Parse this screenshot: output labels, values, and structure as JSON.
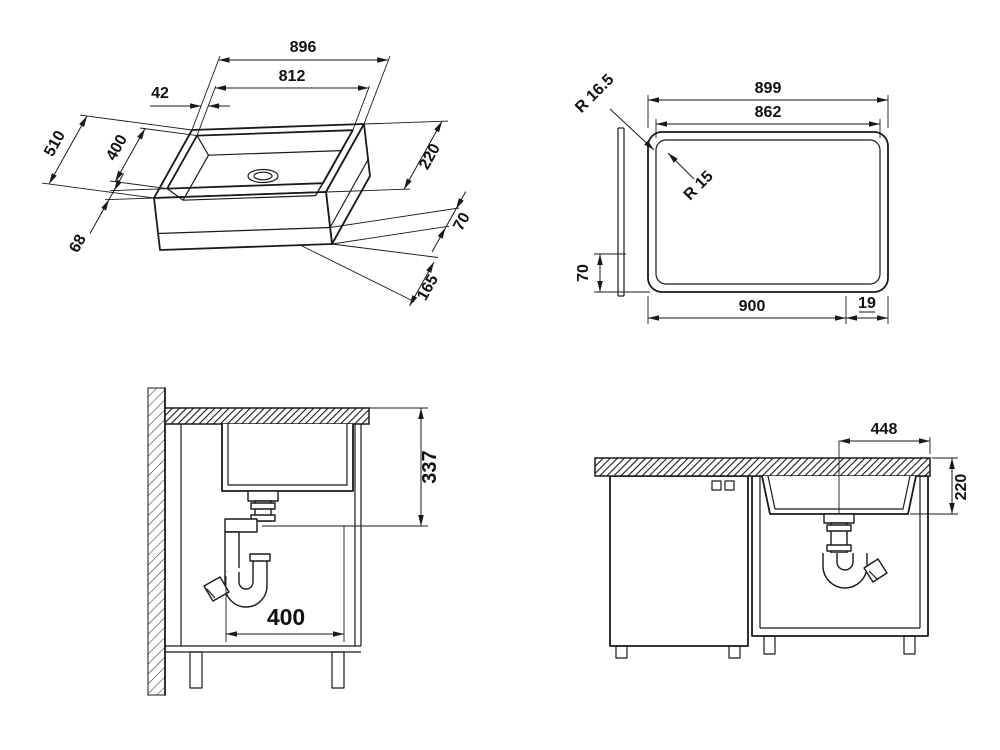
{
  "drawing": {
    "isometric": {
      "width_outer": "896",
      "width_inner": "812",
      "offset_left": "42",
      "depth_outer": "510",
      "depth_inner": "400",
      "offset_front": "68",
      "height_total": "220",
      "height_rim": "70",
      "height_body": "165"
    },
    "plan": {
      "radius_outer": "R 16.5",
      "width_outer": "899",
      "width_inner": "862",
      "radius_inner": "R 15",
      "front_edge": "70",
      "cutout_width": "900",
      "edge_offset": "19"
    },
    "section": {
      "trap_height": "337",
      "trap_offset": "400"
    },
    "front": {
      "drain_center": "448",
      "bowl_depth": "220"
    }
  }
}
